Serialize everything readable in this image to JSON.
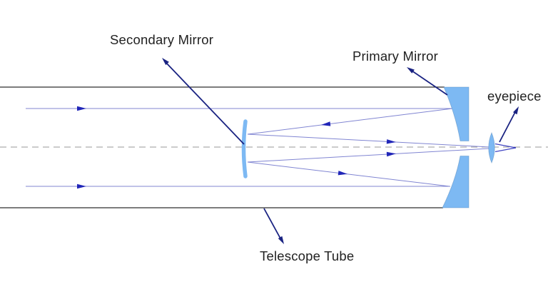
{
  "diagram": {
    "labels": {
      "secondary_mirror": "Secondary Mirror",
      "primary_mirror": "Primary Mirror",
      "eyepiece": "eyepiece",
      "telescope_tube": "Telescope Tube"
    },
    "colors": {
      "background": "#ffffff",
      "glass_fill": "#7db9f3",
      "glass_edge": "#5588bb",
      "ray": "#8085d2",
      "ray_arrow": "#2126b8",
      "leader": "#1a2382",
      "tube_line": "#2e2e2e",
      "axis_line": "#999999",
      "label_text": "#212121"
    }
  }
}
